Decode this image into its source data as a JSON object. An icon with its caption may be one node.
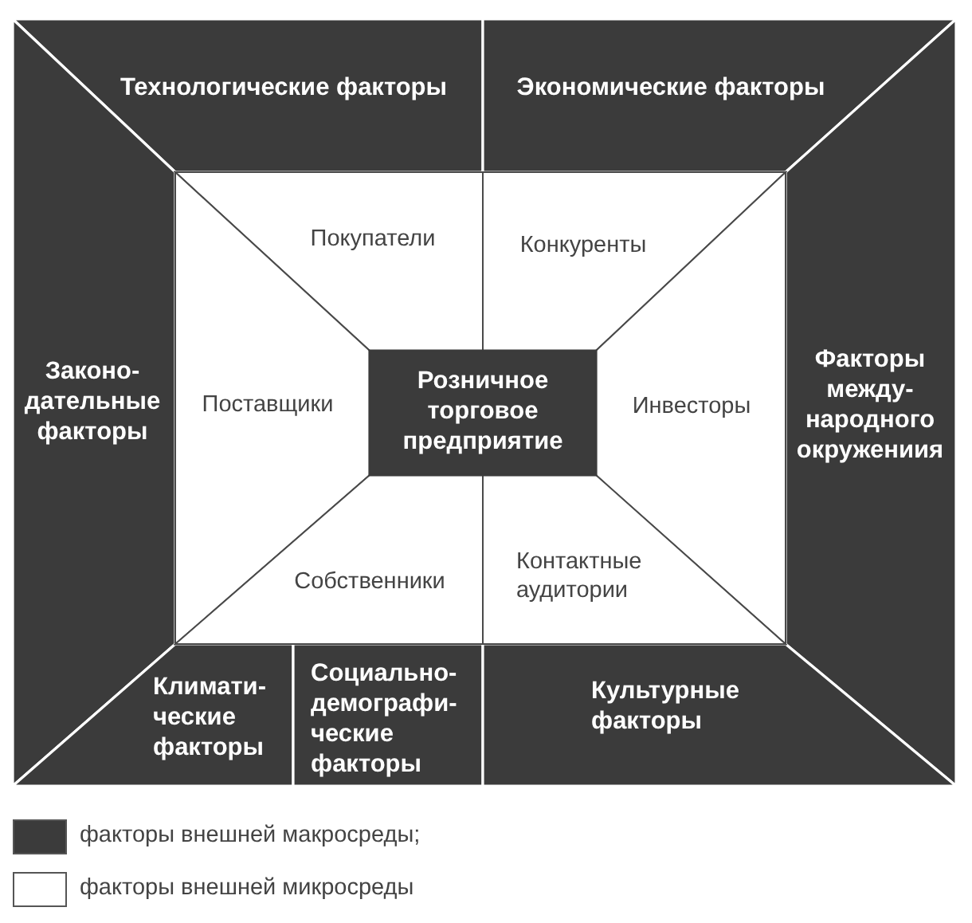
{
  "diagram": {
    "nodes": [
      {
        "text": [
          "Технологические факторы"
        ]
      },
      {
        "text": [
          "Экономические факторы"
        ]
      },
      {
        "text": [
          "Законо-дательные факторы"
        ]
      },
      {
        "text": [
          "Покупатели"
        ]
      },
      {
        "text": [
          "Конкуренты"
        ]
      },
      {
        "text": [
          "Поставщики"
        ]
      },
      {
        "text": [
          "Розничное торговое предприятие"
        ]
      },
      {
        "text": [
          "Инвесторы"
        ]
      },
      {
        "text": [
          "Факторы между-народного окружениия"
        ]
      },
      {
        "text": [
          "Собственники"
        ]
      },
      {
        "text": [
          "Контактные аудитории"
        ]
      },
      {
        "text": [
          "Климати-ческие факторы"
        ]
      },
      {
        "text": [
          "Социально-демографи-ческие факторы"
        ]
      },
      {
        "text": [
          "Культурные факторы"
        ]
      }
    ],
    "legend": [
      {
        "text": "факторы внешней макросреды;",
        "color": "#3b3b3b"
      },
      {
        "text": "факторы внешней микросреды",
        "color": "#ffffff"
      }
    ]
  }
}
